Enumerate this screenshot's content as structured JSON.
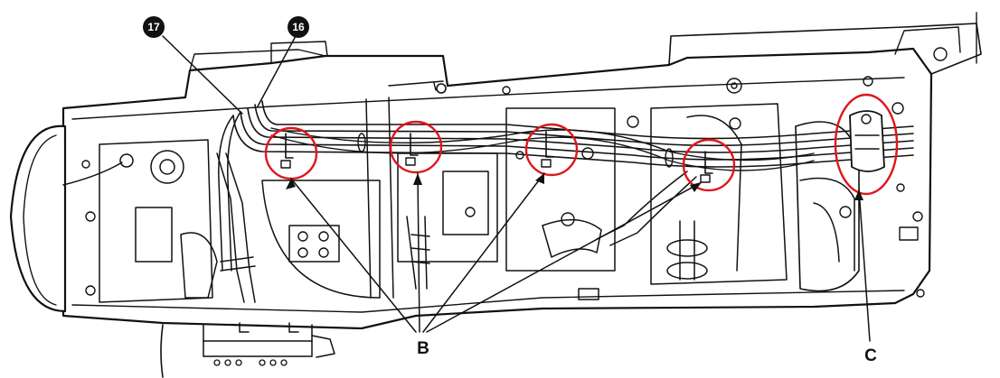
{
  "callouts": [
    {
      "id": "c17",
      "label": "17"
    },
    {
      "id": "c16",
      "label": "16"
    }
  ],
  "labels": {
    "B": "B",
    "C": "C"
  },
  "colors": {
    "ink": "#111111",
    "highlight": "#e0141c",
    "background": "#ffffff"
  }
}
